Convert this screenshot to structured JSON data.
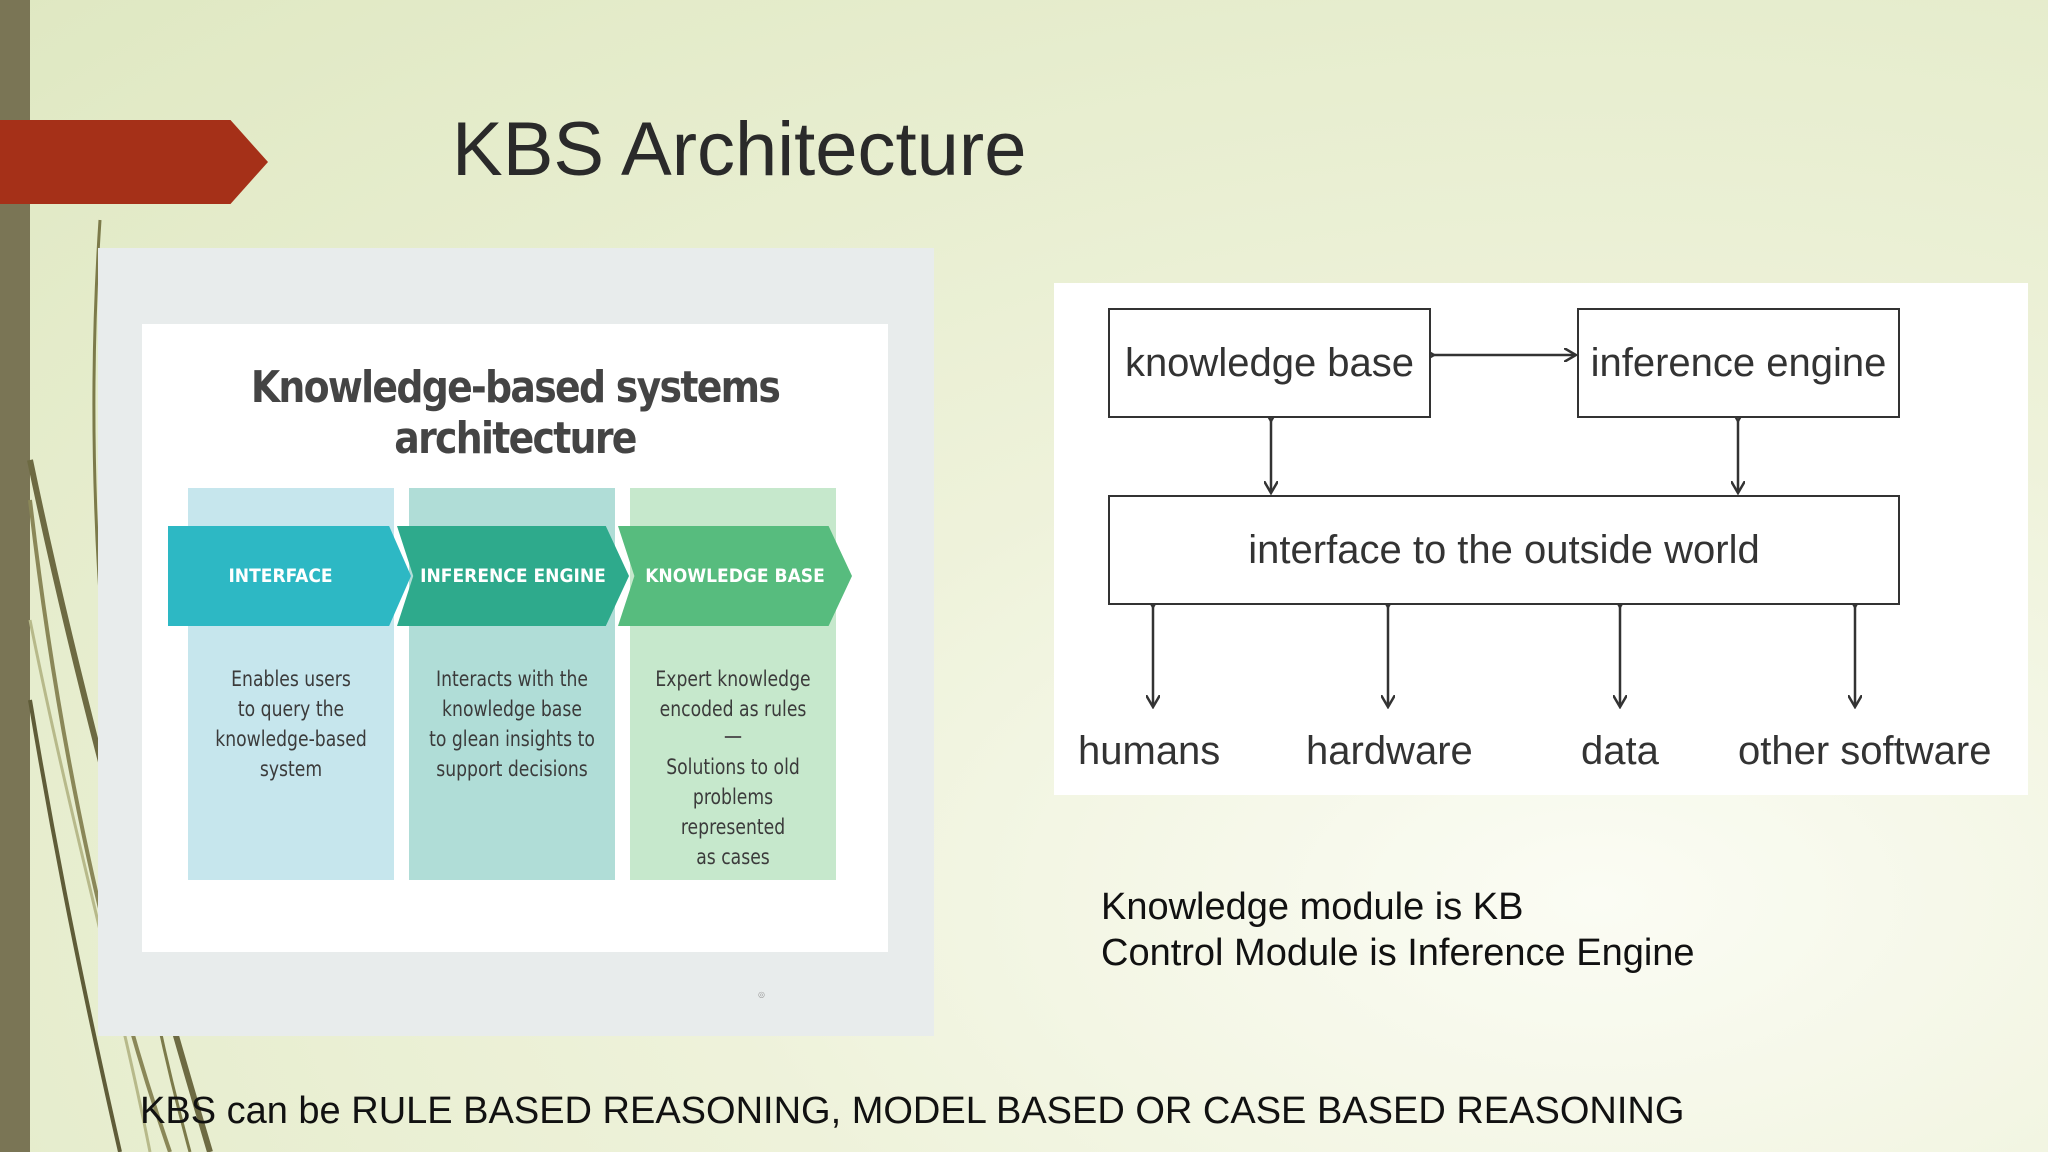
{
  "slide": {
    "title": "KBS Architecture",
    "notes": [
      "Knowledge module is KB",
      "Control Module is Inference Engine"
    ],
    "footer": "KBS can be RULE BASED REASONING, MODEL BASED OR CASE BASED REASONING"
  },
  "kbs_figure": {
    "heading": "Knowledge-based systems architecture",
    "columns": [
      {
        "label": "INTERFACE",
        "text": [
          "Enables users",
          "to query the",
          "knowledge-based",
          "system"
        ],
        "color": "#2db8c4"
      },
      {
        "label": "INFERENCE ENGINE",
        "text": [
          "Interacts with the",
          "knowledge base",
          "to glean insights to",
          "support decisions"
        ],
        "color": "#2eaa8c"
      },
      {
        "label": "KNOWLEDGE BASE",
        "text": [
          "Expert knowledge",
          "encoded as rules"
        ],
        "text2": [
          "Solutions to old",
          "problems represented",
          "as cases"
        ],
        "color": "#57bc7e"
      }
    ]
  },
  "diagram": {
    "knowledge_base": "knowledge base",
    "inference_engine": "inference engine",
    "interface": "interface to the outside world",
    "outputs": [
      "humans",
      "hardware",
      "data",
      "other software"
    ]
  },
  "colors": {
    "accent": "#a53018",
    "sidebar": "#7a7555"
  }
}
